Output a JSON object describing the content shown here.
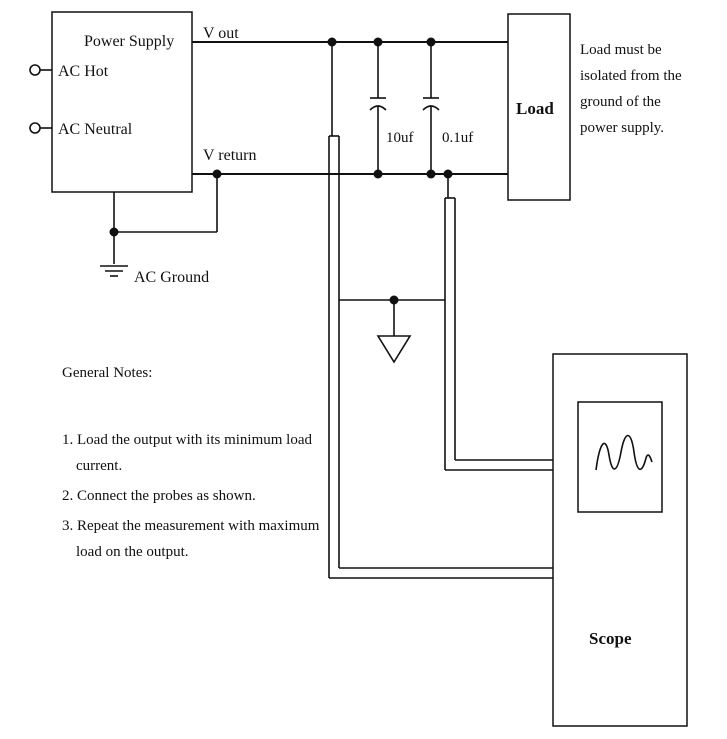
{
  "power_supply": {
    "title": "Power Supply",
    "ac_hot": "AC Hot",
    "ac_neutral": "AC Neutral",
    "v_out": "V out",
    "v_return": "V return"
  },
  "ground": {
    "label": "AC Ground"
  },
  "capacitors": {
    "c1": "10uf",
    "c2": "0.1uf"
  },
  "load": {
    "label": "Load",
    "note_lines": [
      "Load must be",
      "isolated from the",
      "ground of the",
      "power supply."
    ]
  },
  "notes": {
    "title": "General Notes:",
    "items": [
      "1. Load the output with its minimum load",
      "current.",
      "2. Connect the probes as shown.",
      "3. Repeat the measurement with maximum",
      "load on the output."
    ]
  },
  "scope": {
    "label": "Scope"
  }
}
